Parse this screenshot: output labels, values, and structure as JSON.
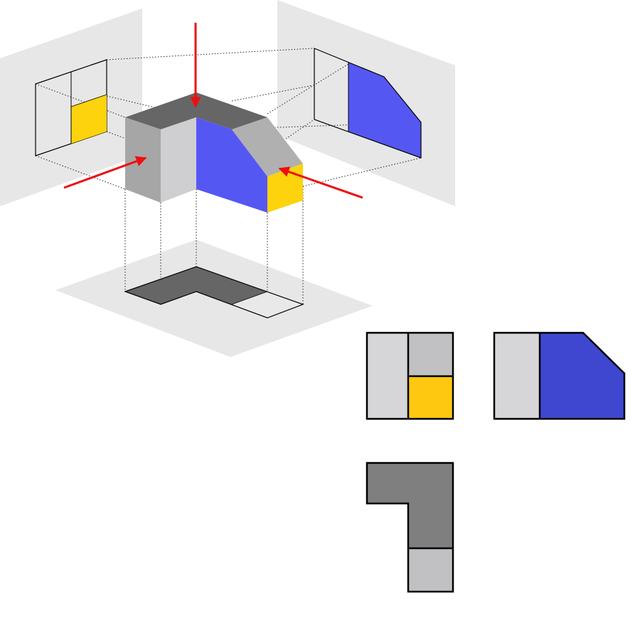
{
  "colors": {
    "background": "#ffffff",
    "projection_plane": "#e7e7e8",
    "top_face": "#666666",
    "left_face_dark": "#a6a6a7",
    "left_face_light": "#cfcfd1",
    "front_face": "#5557f2",
    "slope_face": "#b0b0b1",
    "end_face": "#fcd30d",
    "arrow": "#ee0e0e",
    "outline": "#000000",
    "view_light_grey": "#d6d6d8",
    "view_mid_grey": "#c1c1c3",
    "view_dark_grey": "#7f7f7f",
    "view_yellow": "#fec710",
    "view_blue": "#3f47d1"
  },
  "view_arrows": [
    {
      "name": "top-view-arrow",
      "direction": "down"
    },
    {
      "name": "left-view-arrow",
      "direction": "right"
    },
    {
      "name": "right-view-arrow",
      "direction": "left"
    }
  ],
  "orthographic_views": [
    {
      "name": "front-view",
      "regions": [
        "light-grey",
        "mid-grey",
        "yellow"
      ]
    },
    {
      "name": "side-view",
      "regions": [
        "light-grey",
        "blue"
      ]
    },
    {
      "name": "plan-view",
      "regions": [
        "dark-grey",
        "light-grey"
      ]
    }
  ]
}
